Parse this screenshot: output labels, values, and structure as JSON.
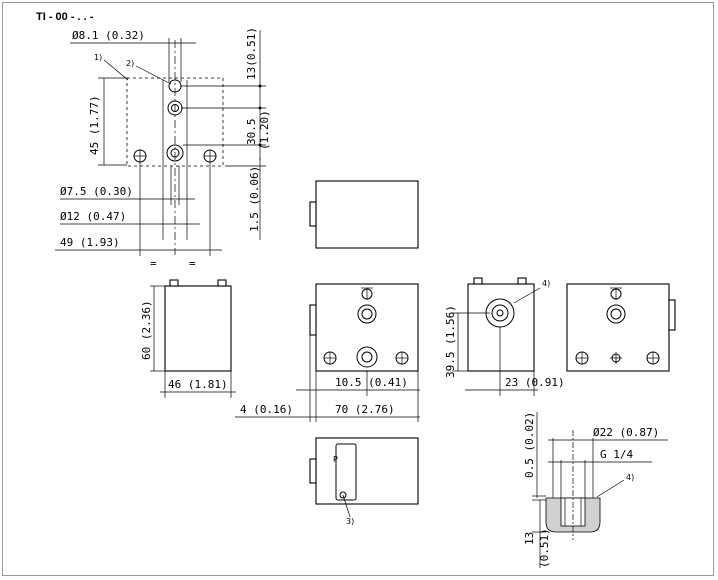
{
  "title": "TI - 00 - . . -",
  "dimensions": {
    "d_top_hole": "Ø8.1 (0.32)",
    "h_13": "13(0.51)",
    "h_45": "45 (1.77)",
    "h_30_5_a": "30.5",
    "h_30_5_b": "(1.20)",
    "h_1_5": "1.5 (0.06)",
    "d_7_5": "Ø7.5 (0.30)",
    "d_12": "Ø12 (0.47)",
    "w_49": "49 (1.93)",
    "equal": "=",
    "h_60": "60 (2.36)",
    "w_46": "46 (1.81)",
    "w_10_5": "10.5 (0.41)",
    "w_4": "4 (0.16)",
    "w_70": "70 (2.76)",
    "h_39_5": "39.5 (1.56)",
    "w_23": "23 (0.91)",
    "d_22": "Ø22 (0.87)",
    "h_0_5": "0.5 (0.02)",
    "thread": "G 1/4",
    "h_13_b": "13",
    "h_13_b2": "(0.51)"
  },
  "callouts": {
    "c1": "1)",
    "c2": "2)",
    "c3": "3)",
    "c4": "4)",
    "c4b": "4)",
    "marker_p": "P"
  }
}
